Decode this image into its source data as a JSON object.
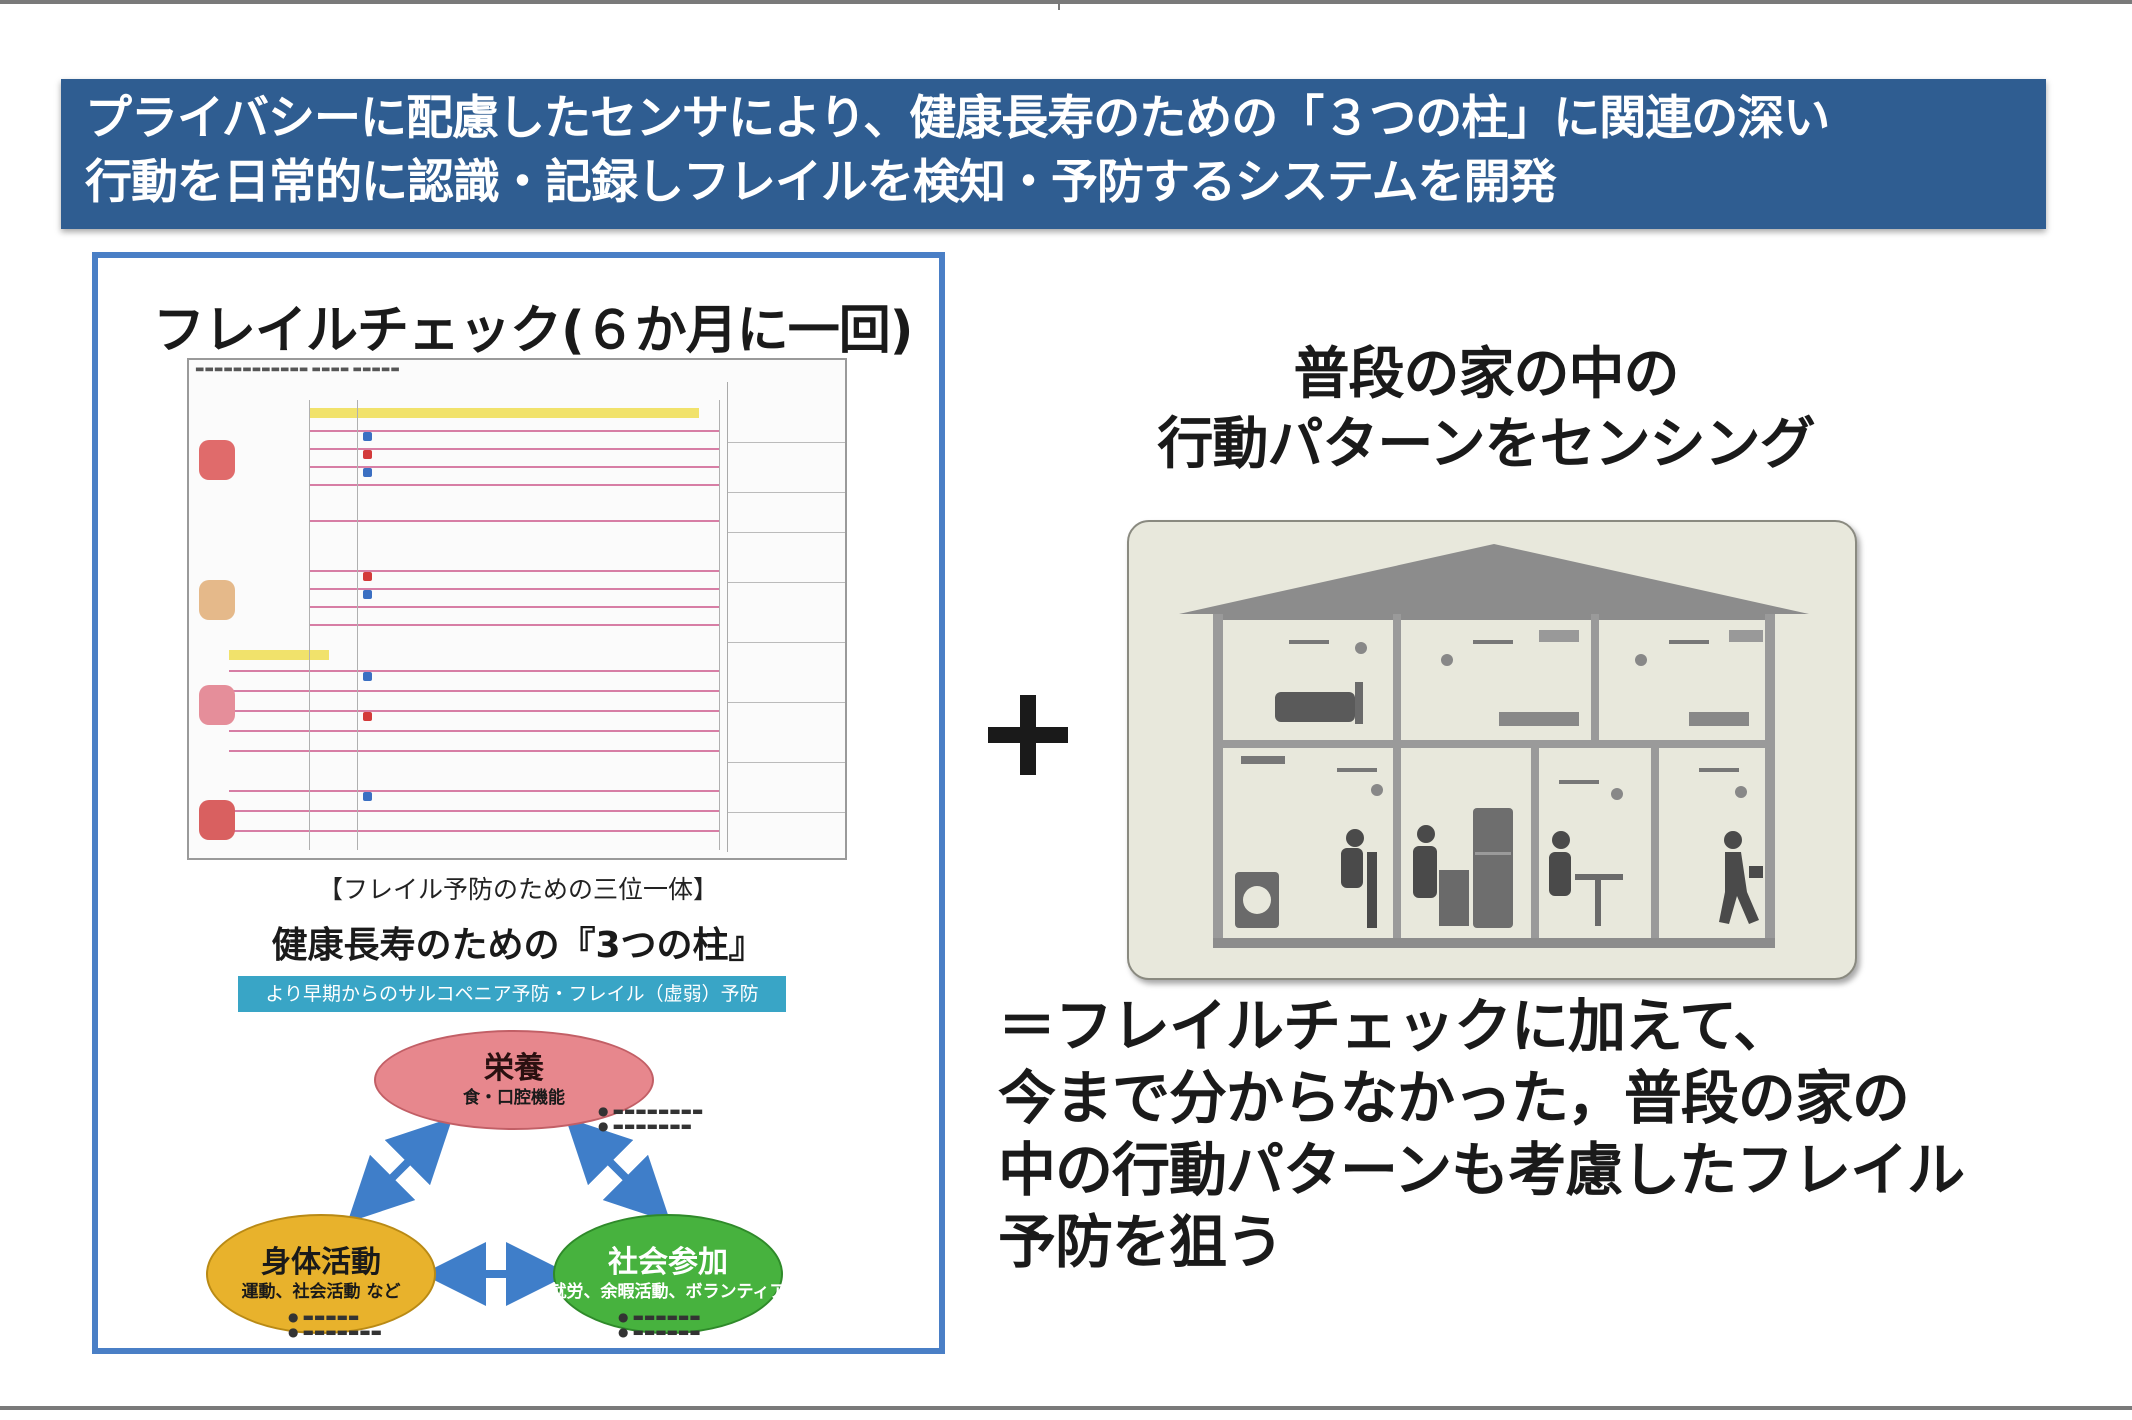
{
  "headline": {
    "line1": "プライバシーに配慮したセンサにより、健康長寿のための「３つの柱」に関連の深い",
    "line2": "行動を日常的に認識・記録しフレイルを検知・予防するシステムを開発"
  },
  "frailty_check": {
    "title": "フレイルチェック(６か月に一回)",
    "triad_subtitle": "【フレイル予防のための三位一体】",
    "triad_title": "健康長寿のための『3つの柱』",
    "triad_banner": "より早期からのサルコペニア予防・フレイル（虚弱）予防",
    "pillars": {
      "nutrition": {
        "label": "栄養",
        "sub": "食・口腔機能"
      },
      "physical": {
        "label": "身体活動",
        "sub": "運動、社会活動 など"
      },
      "social": {
        "label": "社会参加",
        "sub": "就労、余暇活動、ボランティア"
      }
    }
  },
  "house": {
    "title_line1": "普段の家の中の",
    "title_line2": "行動パターンをセンシング"
  },
  "conclusion": {
    "line1": "＝フレイルチェックに加えて、",
    "line2": "今まで分からなかった，普段の家の",
    "line3": "中の行動パターンも考慮したフレイル",
    "line4": "予防を狙う"
  },
  "colors": {
    "banner": "#2f5d91",
    "panel_border": "#4a7fc6",
    "nutrition": "#e7878d",
    "physical": "#e8b22c",
    "social": "#47b23e",
    "arrow": "#3f7ec9",
    "house_bg": "#e8e8dc"
  },
  "icons": [
    "plus-icon",
    "arrow-icon",
    "house-illustration"
  ]
}
